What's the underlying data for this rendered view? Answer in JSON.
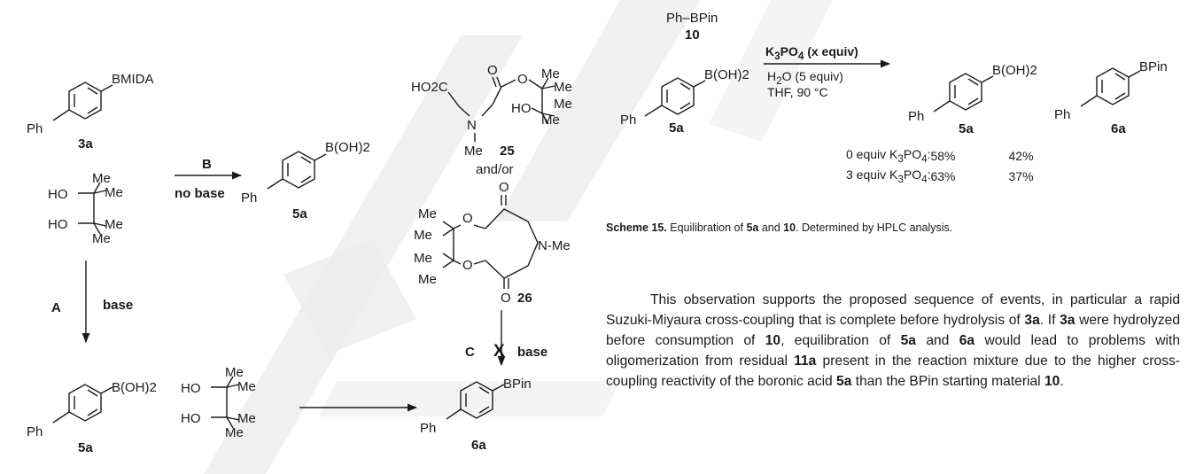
{
  "scheme": {
    "cmpd_3a": {
      "group": "BMIDA",
      "sub": "Ph",
      "label": "3a"
    },
    "pinacol": {
      "ho": "HO",
      "me": "Me"
    },
    "arrow_b": {
      "letter": "B",
      "cond": "no base"
    },
    "cmpd_5a": {
      "group": "B(OH)2",
      "sub": "Ph",
      "label": "5a"
    },
    "arrow_a": {
      "letter": "A",
      "cond": "base"
    },
    "cmpd_25": {
      "label": "25",
      "ho2c": "HO2C",
      "me": "Me",
      "n": "N",
      "o": "O",
      "ho": "HO"
    },
    "andor": "and/or",
    "cmpd_26": {
      "label": "26",
      "nme": "N-Me",
      "me": "Me",
      "o": "O"
    },
    "arrow_c": {
      "letter": "C",
      "cross": "X",
      "cond": "base"
    },
    "cmpd_6a": {
      "group": "BPin",
      "sub": "Ph",
      "label": "6a"
    },
    "cmpd_10": {
      "formula": "Ph–BPin",
      "label": "10"
    },
    "cmpd_5a_right": {
      "group": "B(OH)2",
      "sub": "Ph",
      "label": "5a"
    },
    "equil_conditions": {
      "reagent": "K3PO4 (x equiv)",
      "water": "H2O (5 equiv)",
      "solvent": "THF, 90 °C"
    },
    "product_5a": {
      "group": "B(OH)2",
      "sub": "Ph",
      "label": "5a"
    },
    "product_6a": {
      "group": "BPin",
      "sub": "Ph",
      "label": "6a"
    },
    "yields": [
      {
        "condition": "0 equiv K3PO4:",
        "y5a": "58%",
        "y6a": "42%"
      },
      {
        "condition": "3 equiv K3PO4:",
        "y5a": "63%",
        "y6a": "37%"
      }
    ]
  },
  "caption": {
    "label": "Scheme 15.",
    "text_1": " Equilibration of ",
    "ref_1": "5a",
    "text_2": " and ",
    "ref_2": "10",
    "text_3": ". Determined by HPLC analysis."
  },
  "paragraph": [
    {
      "t": "This observation supports the proposed sequence of events, in particular a rapid Suzuki-Miyaura cross-coupling that is complete before hydrolysis of "
    },
    {
      "b": "3a"
    },
    {
      "t": ". If "
    },
    {
      "b": "3a"
    },
    {
      "t": " were hydrolyzed before consumption of "
    },
    {
      "b": "10"
    },
    {
      "t": ", equilibration of "
    },
    {
      "b": "5a"
    },
    {
      "t": " and "
    },
    {
      "b": "6a"
    },
    {
      "t": " would lead to problems with oligomerization from residual "
    },
    {
      "b": "11a"
    },
    {
      "t": " present in the reaction mixture due to the higher cross-coupling reactivity of the boronic acid "
    },
    {
      "b": "5a"
    },
    {
      "t": " than the BPin starting material "
    },
    {
      "b": "10"
    },
    {
      "t": "."
    }
  ],
  "colors": {
    "text": "#1a1a1a",
    "watermark": "#ececec"
  }
}
